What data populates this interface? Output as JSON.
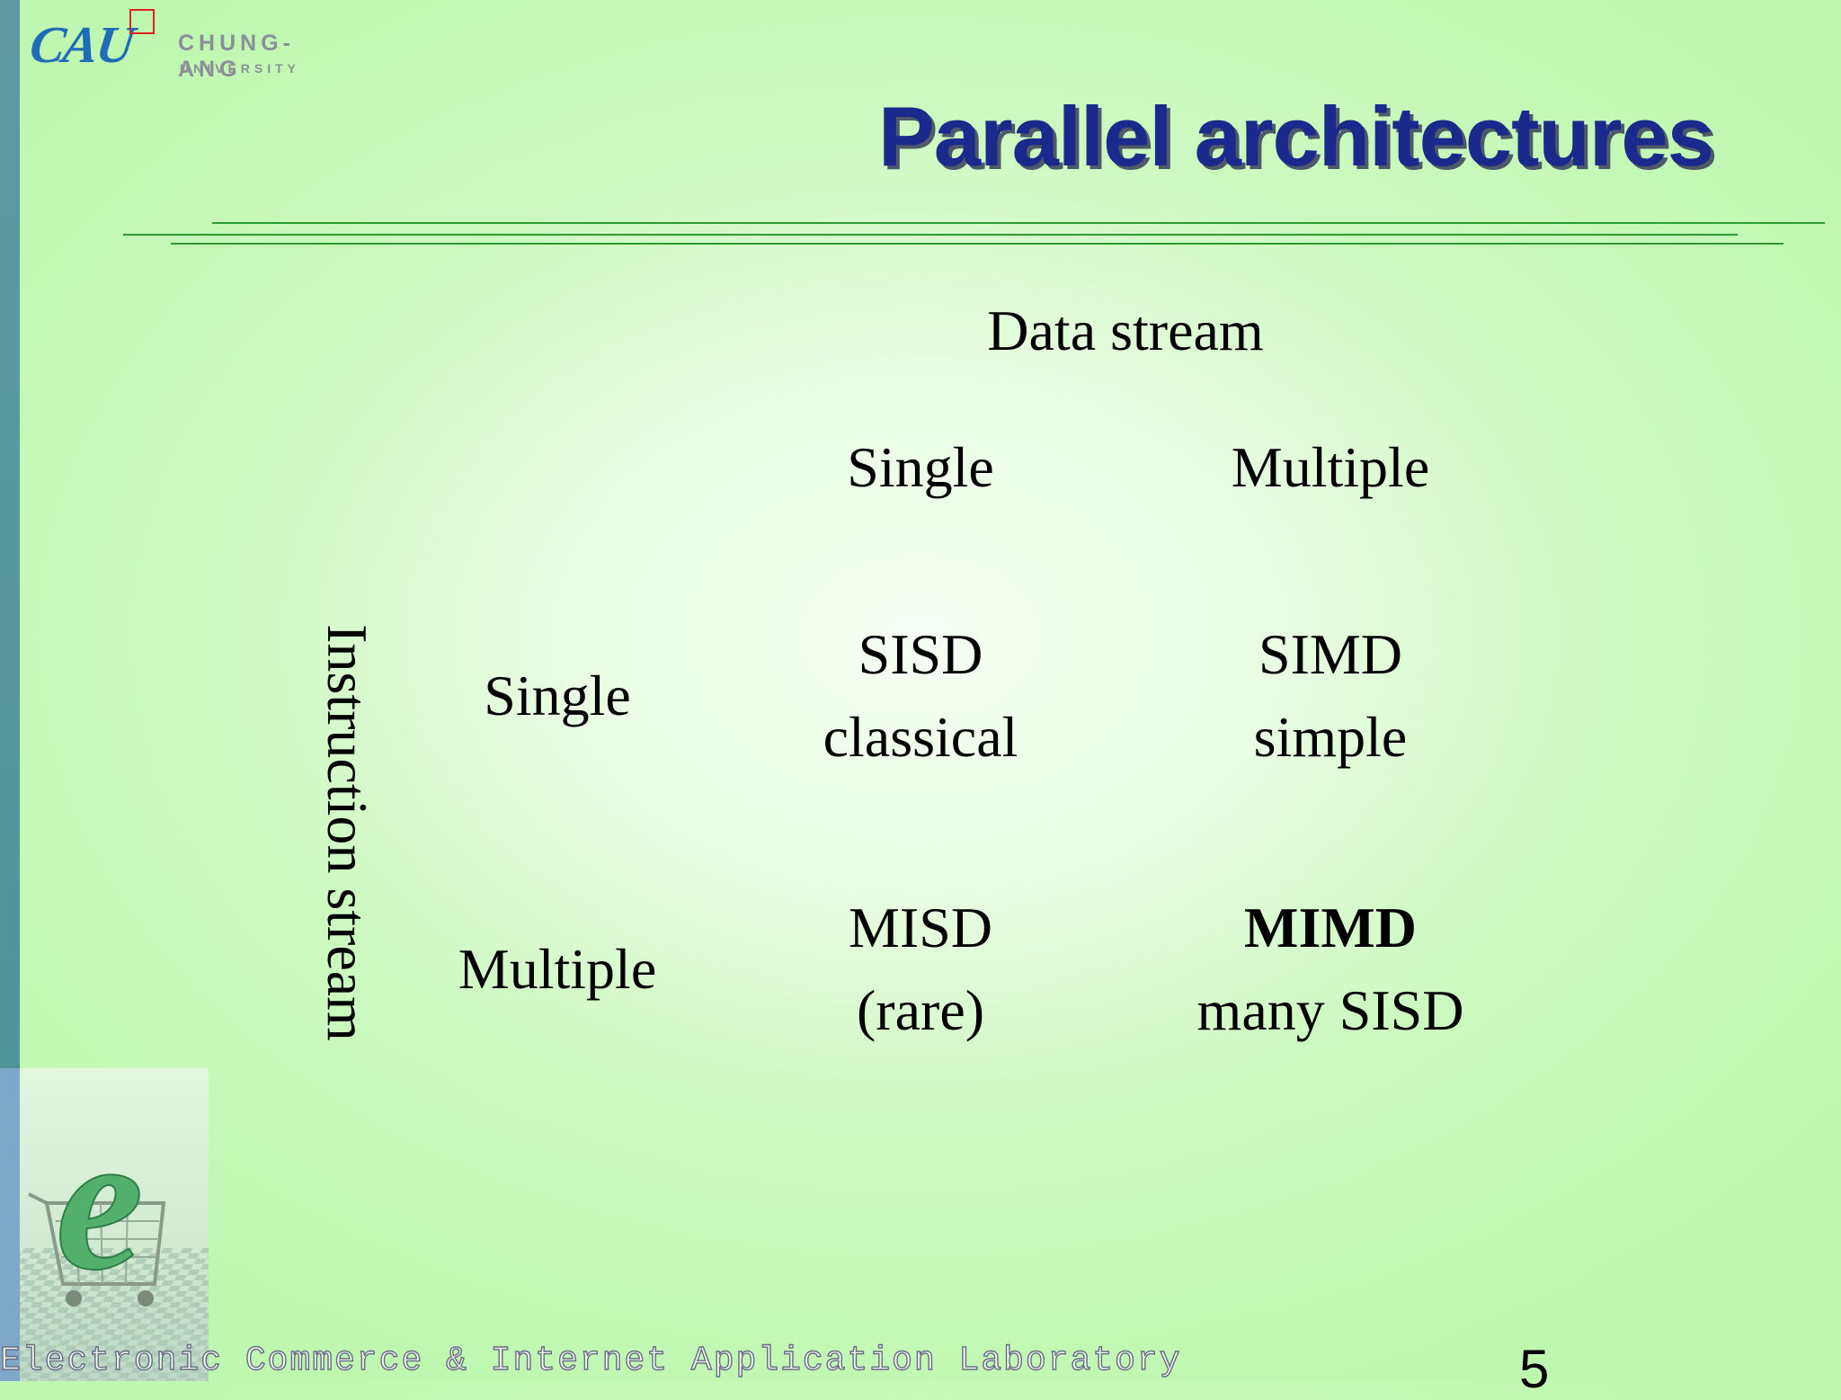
{
  "logo": {
    "mark": "CAU",
    "name": "CHUNG-ANG",
    "sub": "UNIVERSITY"
  },
  "slide": {
    "title": "Parallel architectures",
    "page_number": "5",
    "footer": "Electronic Commerce & Internet Application Laboratory"
  },
  "table": {
    "column_header": "Data stream",
    "row_header": "Instruction stream",
    "columns": [
      "Single",
      "Multiple"
    ],
    "rows": [
      "Single",
      "Multiple"
    ],
    "cells": [
      [
        {
          "name": "SISD",
          "desc": "classical"
        },
        {
          "name": "SIMD",
          "desc": "simple"
        }
      ],
      [
        {
          "name": "MISD",
          "desc": "(rare)"
        },
        {
          "name": "MIMD",
          "desc": "many SISD"
        }
      ]
    ]
  }
}
